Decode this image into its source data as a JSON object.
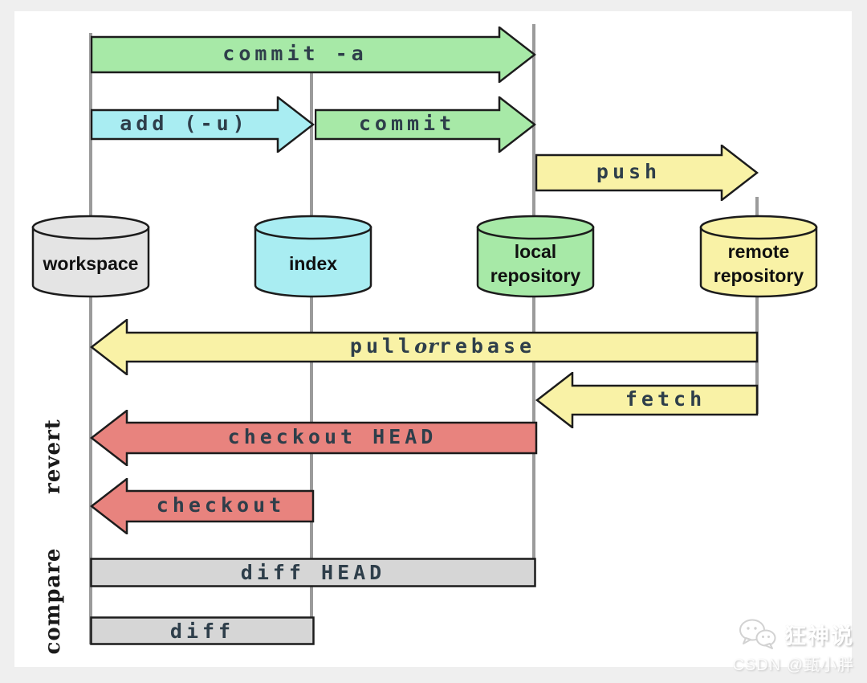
{
  "colors": {
    "green": "#a7e9a7",
    "cyan": "#a9edf2",
    "yellow": "#f9f2a6",
    "red": "#e8837e",
    "gray_cylinder": "#e4e4e4",
    "gray_bar": "#d6d6d6",
    "line_gray": "#9b9b9b",
    "outline": "#1c1c1c"
  },
  "nodes": {
    "workspace": {
      "line1": "workspace"
    },
    "index": {
      "line1": "index"
    },
    "local": {
      "line1": "local",
      "line2": "repository"
    },
    "remote": {
      "line1": "remote",
      "line2": "repository"
    }
  },
  "arrows": {
    "commit_a": {
      "label": "commit -a"
    },
    "add_u": {
      "label": "add (-u)"
    },
    "commit": {
      "label": "commit"
    },
    "push": {
      "label": "push"
    },
    "pull_or_rebase": {
      "pre": "pull",
      "or": "or",
      "post": "rebase"
    },
    "fetch": {
      "label": "fetch"
    },
    "checkout_head": {
      "label": "checkout HEAD"
    },
    "checkout": {
      "label": "checkout"
    }
  },
  "bars": {
    "diff_head": {
      "label": "diff HEAD"
    },
    "diff": {
      "label": "diff"
    }
  },
  "side_labels": {
    "revert": "revert",
    "compare": "compare"
  },
  "watermark": {
    "brand": "狂神说",
    "credit": "CSDN @甄小胖"
  }
}
